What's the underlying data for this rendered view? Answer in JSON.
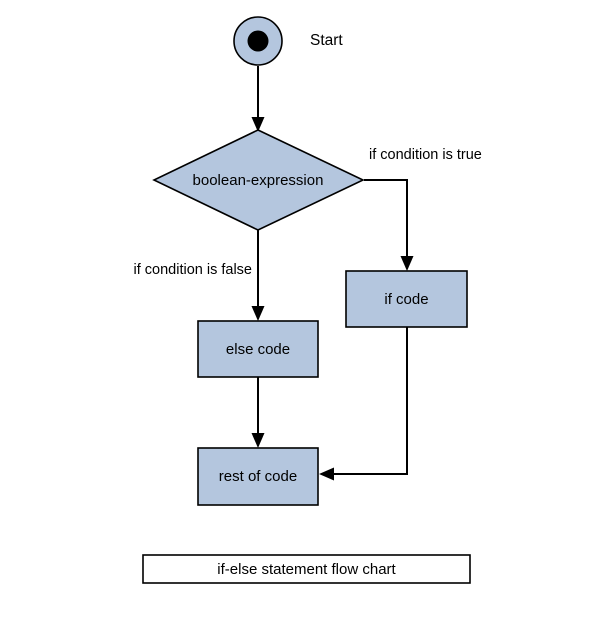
{
  "diagram": {
    "title": "if-else statement flow chart",
    "caption": "if-else statement flow chart",
    "colors": {
      "node_fill": "#b4c6de",
      "node_stroke": "#000000",
      "edge_stroke": "#000000",
      "canvas": "#ffffff",
      "caption_fill": "#ffffff"
    },
    "nodes": {
      "start": {
        "type": "start-terminal",
        "label": "Start"
      },
      "decision": {
        "type": "decision-diamond",
        "label": "boolean-expression"
      },
      "if_code": {
        "type": "process-box",
        "label": "if code"
      },
      "else_code": {
        "type": "process-box",
        "label": "else code"
      },
      "rest_of_code": {
        "type": "process-box",
        "label": "rest of code"
      }
    },
    "edges": {
      "start_to_decision": {
        "label": ""
      },
      "true_branch": {
        "label": "if condition is true"
      },
      "false_branch": {
        "label": "if condition is false"
      },
      "if_to_rest": {
        "label": ""
      },
      "else_to_rest": {
        "label": ""
      }
    }
  }
}
